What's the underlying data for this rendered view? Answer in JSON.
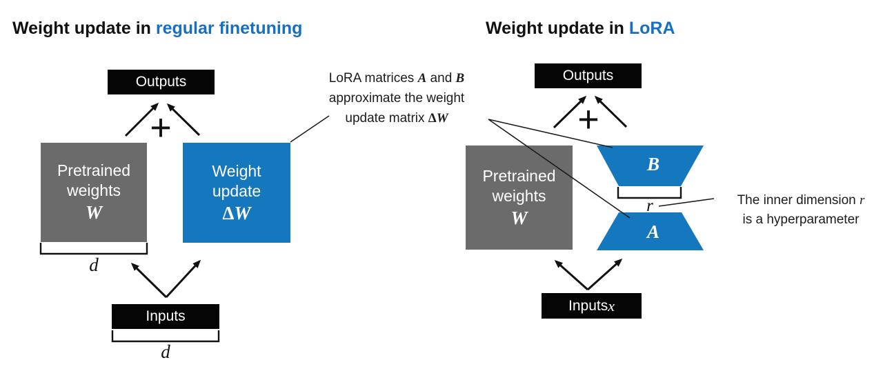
{
  "colors": {
    "accent_blue": "#1577BE",
    "title_blue": "#176FC1",
    "box_gray": "#6B6B6B",
    "box_black": "#050505"
  },
  "titles": {
    "left_prefix": "Weight update in ",
    "left_highlight": "regular finetuning",
    "right_prefix": "Weight update in ",
    "right_highlight": "LoRA"
  },
  "left": {
    "outputs": "Outputs",
    "plus": "+",
    "pretrained_line1": "Pretrained",
    "pretrained_line2": "weights",
    "pretrained_symbol": "W",
    "update_line1": "Weight",
    "update_line2": "update",
    "update_delta": "Δ",
    "update_w": "W",
    "dim_weights": "d",
    "inputs": "Inputs",
    "dim_inputs": "d"
  },
  "right": {
    "outputs": "Outputs",
    "plus": "+",
    "pretrained_line1": "Pretrained",
    "pretrained_line2": "weights",
    "pretrained_symbol": "W",
    "matrix_b": "B",
    "rank": "r",
    "matrix_a": "A",
    "inputs_text": "Inputs ",
    "inputs_symbol": "x"
  },
  "annotations": {
    "lora": {
      "l1_t1": "LoRA matrices ",
      "l1_a": "A",
      "l1_t2": " and ",
      "l1_b": "B",
      "l2": "approximate the weight",
      "l3_t1": "update matrix ",
      "l3_delta": "Δ",
      "l3_w": "W"
    },
    "rank": {
      "l1_t1": "The inner dimension ",
      "l1_sym": "r",
      "l2": "is a hyperparameter"
    }
  }
}
